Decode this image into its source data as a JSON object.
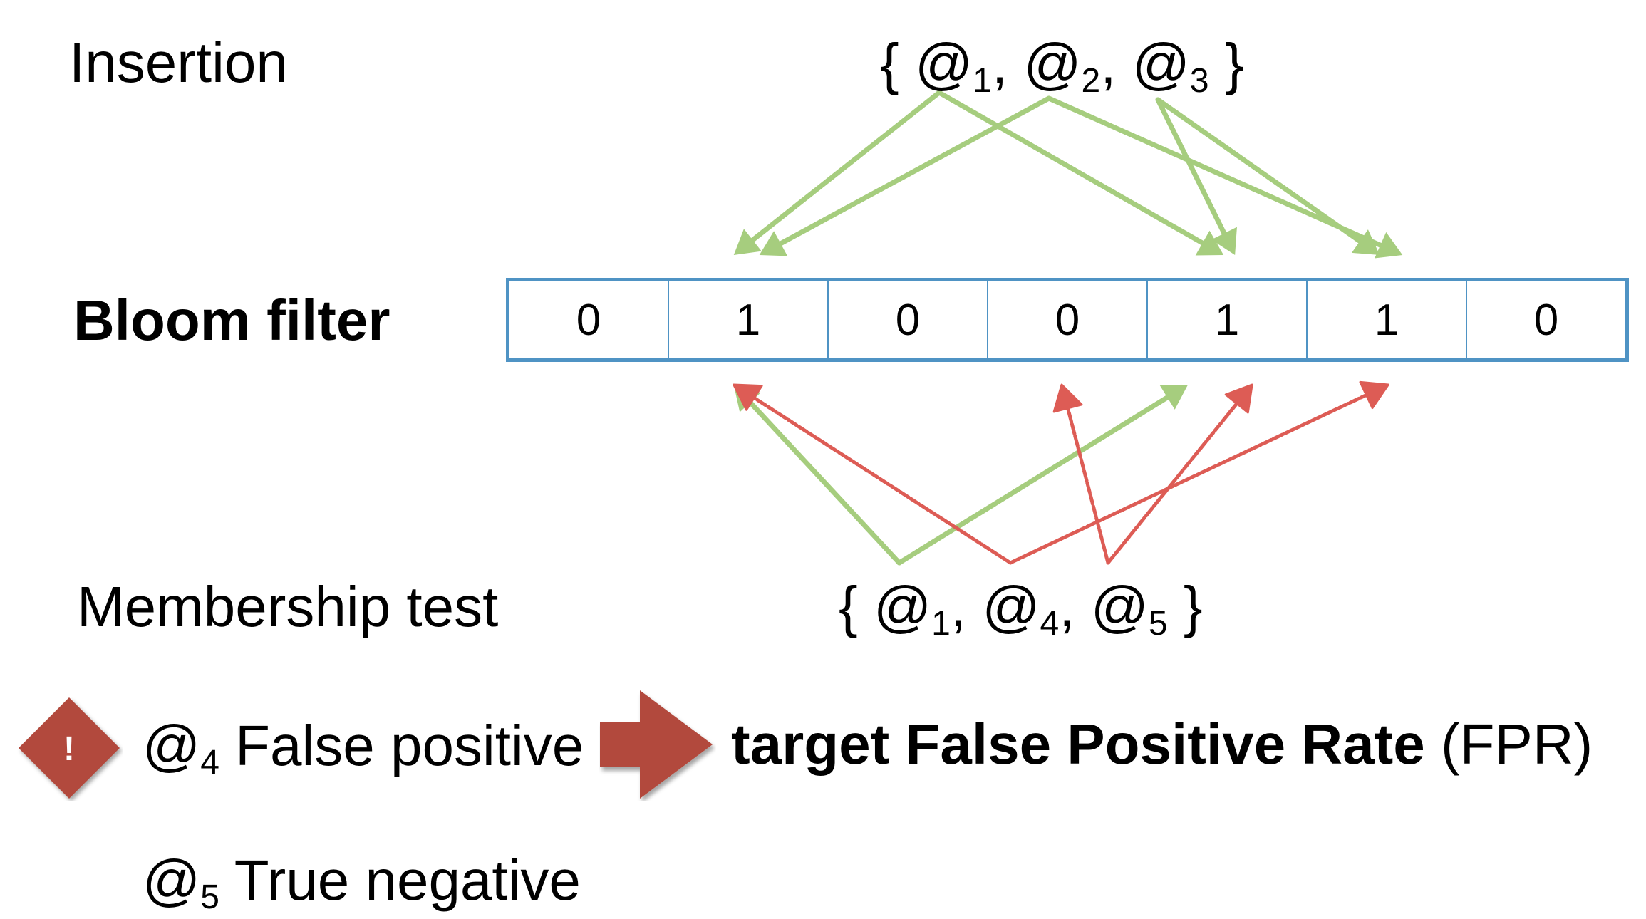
{
  "labels": {
    "insertion": "Insertion",
    "bloom_filter": "Bloom filter",
    "membership_test": "Membership test"
  },
  "insertion_set": {
    "open": "{ ",
    "items": [
      {
        "name": "@",
        "sub": "1"
      },
      {
        "name": "@",
        "sub": "2"
      },
      {
        "name": "@",
        "sub": "3"
      }
    ],
    "close": " }"
  },
  "test_set": {
    "open": "{ ",
    "items": [
      {
        "name": "@",
        "sub": "1"
      },
      {
        "name": "@",
        "sub": "4"
      },
      {
        "name": "@",
        "sub": "5"
      }
    ],
    "close": " }"
  },
  "bits": [
    "0",
    "1",
    "0",
    "0",
    "1",
    "1",
    "0"
  ],
  "insertions": [
    {
      "element": 0,
      "cells": [
        1,
        4
      ]
    },
    {
      "element": 1,
      "cells": [
        1,
        5
      ]
    },
    {
      "element": 2,
      "cells": [
        4,
        5
      ]
    }
  ],
  "tests": [
    {
      "element": 0,
      "cells": [
        1,
        4
      ],
      "result": "member"
    },
    {
      "element": 1,
      "cells": [
        1,
        5
      ],
      "result": "false-positive"
    },
    {
      "element": 2,
      "cells": [
        3,
        4
      ],
      "result": "true-negative"
    }
  ],
  "results": {
    "false_positive": {
      "name": "@",
      "sub": "4",
      "text": " False positive"
    },
    "true_negative": {
      "name": "@",
      "sub": "5",
      "text": " True negative"
    },
    "warning_mark": "!",
    "target_bold": "target False Positive Rate",
    "target_paren": " (FPR)"
  },
  "colors": {
    "green": "#a6cd7e",
    "red": "#dd5c55",
    "blue": "#4f93c4",
    "brown": "#b24a3c"
  }
}
